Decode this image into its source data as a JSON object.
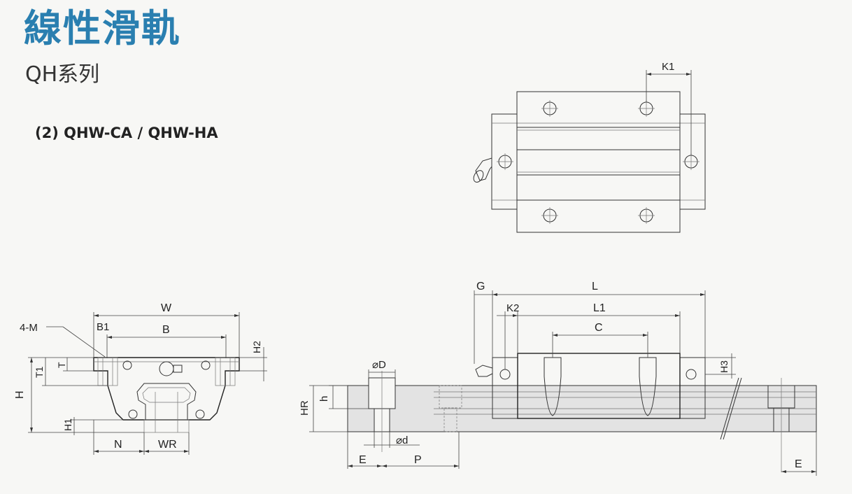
{
  "header": {
    "title": "線性滑軌",
    "series": "QH系列",
    "model": "(2) QHW-CA / QHW-HA"
  },
  "labels": {
    "K1": "K1",
    "W": "W",
    "B1": "B1",
    "B": "B",
    "H2": "H2",
    "M4": "4-M",
    "T1": "T1",
    "T": "T",
    "H": "H",
    "H1": "H1",
    "N": "N",
    "WR": "WR",
    "G": "G",
    "L": "L",
    "K2": "K2",
    "L1": "L1",
    "C": "C",
    "H3": "H3",
    "D": "⌀D",
    "h": "h",
    "HR": "HR",
    "d": "⌀d",
    "E_left": "E",
    "P": "P",
    "E_right": "E"
  },
  "colors": {
    "title": "#2a7fb0",
    "rail_fill": "#e3e3e3",
    "line": "#333333"
  }
}
